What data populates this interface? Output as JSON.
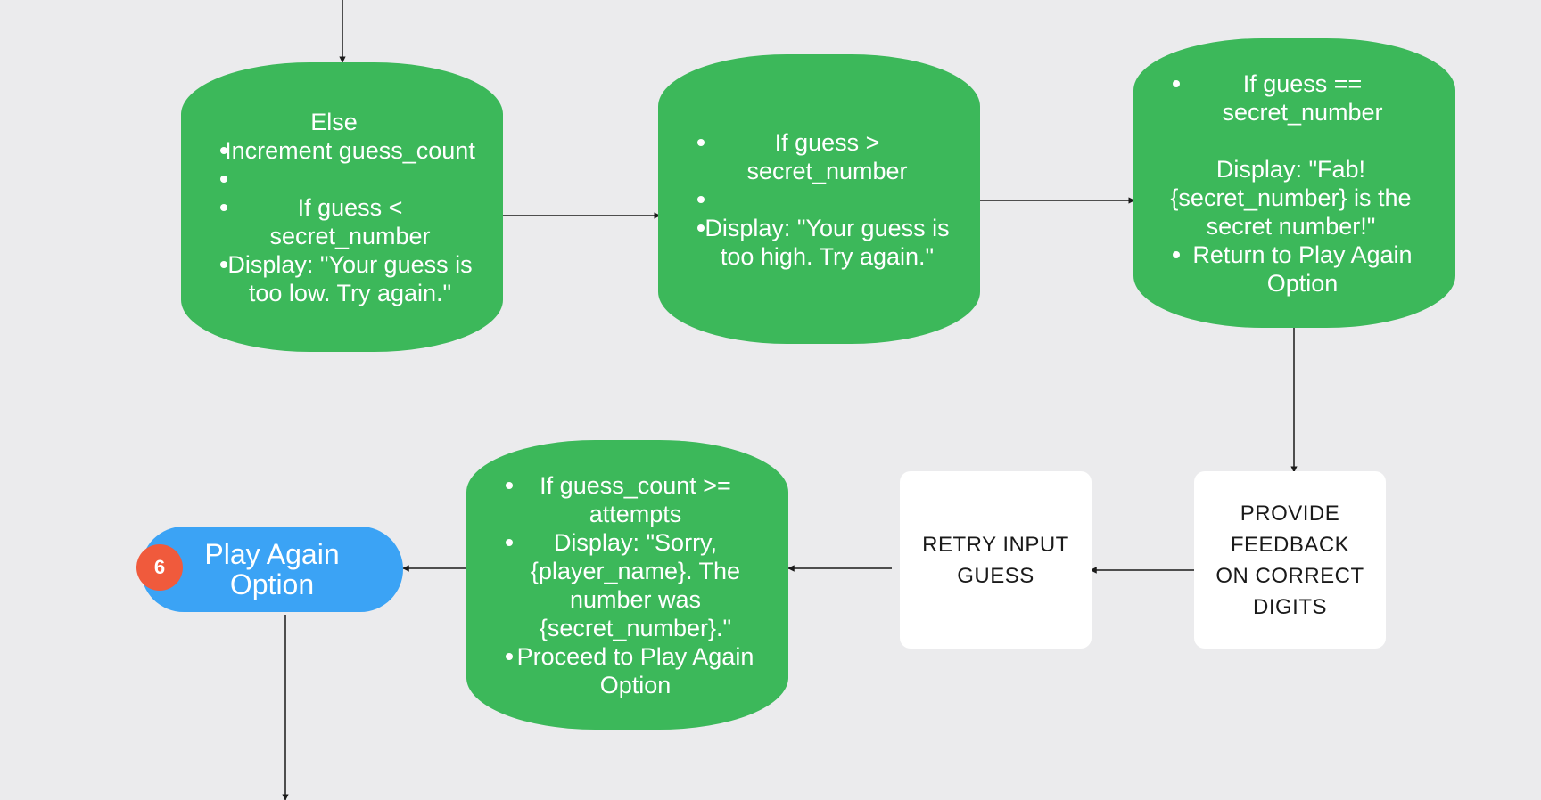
{
  "nodes": {
    "else_increment": {
      "heading": "Else",
      "items": [
        "Increment guess_count",
        "If guess < secret_number",
        "Display: \"Your guess is too low. Try again.\""
      ]
    },
    "guess_too_high": {
      "items": [
        "If guess > secret_number",
        "Display: \"Your guess is too high. Try again.\""
      ]
    },
    "guess_correct": {
      "item1": "If guess == secret_number",
      "display": "Display: \"Fab! {secret_number} is the secret number!\"",
      "item2": "Return to Play Again Option"
    },
    "provide_feedback": {
      "label": "PROVIDE FEEDBACK ON CORRECT DIGITS"
    },
    "retry_input": {
      "label": "RETRY INPUT GUESS"
    },
    "attempts_exhausted": {
      "items": [
        "If guess_count >= attempts",
        "Display: \"Sorry, {player_name}. The number was {secret_number}.\"",
        "Proceed to Play Again Option"
      ]
    },
    "play_again": {
      "badge": "6",
      "label": "Play Again Option"
    }
  },
  "colors": {
    "background": "#ebebed",
    "process_green": "#3cb85a",
    "terminal_blue": "#3ba3f5",
    "badge_red": "#f05a3c",
    "box_white": "#ffffff",
    "arrow": "#1a1a1a"
  }
}
